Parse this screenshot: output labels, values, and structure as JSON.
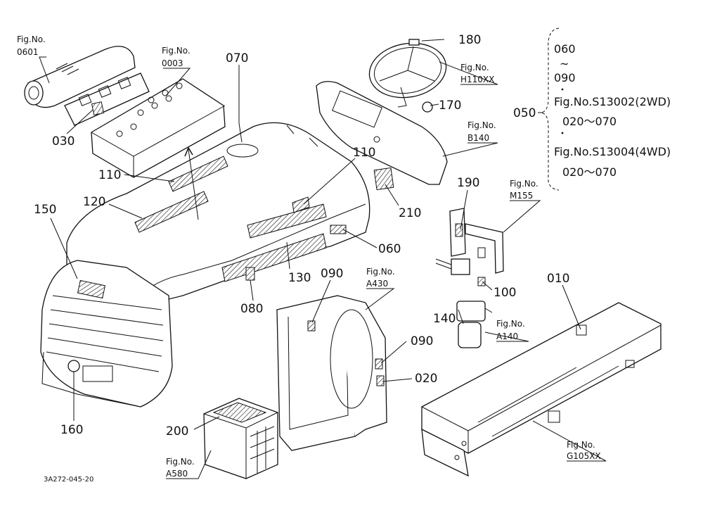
{
  "parts": [
    {
      "id": "p070",
      "label": "070"
    },
    {
      "id": "p180",
      "label": "180"
    },
    {
      "id": "p170",
      "label": "170"
    },
    {
      "id": "p030",
      "label": "030"
    },
    {
      "id": "p110a",
      "label": "110"
    },
    {
      "id": "p110b",
      "label": "110"
    },
    {
      "id": "p120",
      "label": "120"
    },
    {
      "id": "p150",
      "label": "150"
    },
    {
      "id": "p210",
      "label": "210"
    },
    {
      "id": "p190",
      "label": "190"
    },
    {
      "id": "p060",
      "label": "060"
    },
    {
      "id": "p130",
      "label": "130"
    },
    {
      "id": "p090a",
      "label": "090"
    },
    {
      "id": "p080",
      "label": "080"
    },
    {
      "id": "p100",
      "label": "100"
    },
    {
      "id": "p010",
      "label": "010"
    },
    {
      "id": "p140",
      "label": "140"
    },
    {
      "id": "p090b",
      "label": "090"
    },
    {
      "id": "p020",
      "label": "020"
    },
    {
      "id": "p160",
      "label": "160"
    },
    {
      "id": "p200",
      "label": "200"
    },
    {
      "id": "p050",
      "label": "050"
    }
  ],
  "figure_refs": [
    {
      "id": "f0601",
      "prefix": "Fig.No.",
      "code": "0601"
    },
    {
      "id": "f0003",
      "prefix": "Fig.No.",
      "code": "0003"
    },
    {
      "id": "fH110",
      "prefix": "Fig.No.",
      "code": "H110XX"
    },
    {
      "id": "fB140",
      "prefix": "Fig.No.",
      "code": "B140"
    },
    {
      "id": "fM155",
      "prefix": "Fig.No.",
      "code": "M155"
    },
    {
      "id": "fA430",
      "prefix": "Fig.No.",
      "code": "A430"
    },
    {
      "id": "fA140",
      "prefix": "Fig.No.",
      "code": "A140"
    },
    {
      "id": "fA580",
      "prefix": "Fig.No.",
      "code": "A580"
    },
    {
      "id": "fG105",
      "prefix": "Fig.No.",
      "code": "G105XX"
    }
  ],
  "brace": {
    "from": "060",
    "tilde": "~",
    "to": "090",
    "line1": "Fig.No.S13002(2WD)",
    "range1": "020～070",
    "line2": "Fig.No.S13004(4WD)",
    "range2": "020～070"
  },
  "catalog_code": "3A272-045-20"
}
